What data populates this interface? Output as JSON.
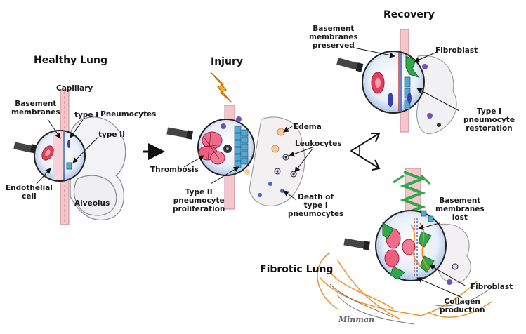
{
  "titles": {
    "healthy": "Healthy Lung",
    "injury": "Injury",
    "recovery": "Recovery",
    "fibrotic": "Fibrotic Lung"
  },
  "healthy": {
    "capillary": "Capillary",
    "basement_1": "Basement",
    "basement_2": "membranes",
    "type_i": "type I",
    "type_ii": "type II",
    "pneumocytes": "Pneumocytes",
    "endothelial_1": "Endothelial",
    "endothelial_2": "cell",
    "alveolus": "Alveolus"
  },
  "injury": {
    "edema": "Edema",
    "leukocytes": "Leukocytes",
    "thrombosis": "Thrombosis",
    "type2_1": "Type II",
    "type2_2": "pneumocyte",
    "type2_3": "proliferation",
    "death_1": "Death of",
    "death_2": "type I",
    "death_3": "pneumocytes"
  },
  "recovery": {
    "bm_1": "Basement",
    "bm_2": "membranes",
    "bm_3": "preserved",
    "fibroblast": "Fibroblast",
    "t1_1": "Type I",
    "t1_2": "pneumocyte",
    "t1_3": "restoration"
  },
  "fibrotic": {
    "bm_1": "Basement",
    "bm_2": "membranes",
    "bm_3": "lost",
    "fibroblast": "Fibroblast",
    "col_1": "Collagen",
    "col_2": "production"
  },
  "signature": "Minman",
  "colors": {
    "capillary": "#f3c6cc",
    "rbc": "#e0405a",
    "nucleus": "#3a3fb0",
    "fibroblast": "#2fa84a",
    "collagen": "#f08a1e",
    "type2": "#4fa8d8",
    "alveolus": "#f1f1f4",
    "lens": "#b9d3ee"
  }
}
